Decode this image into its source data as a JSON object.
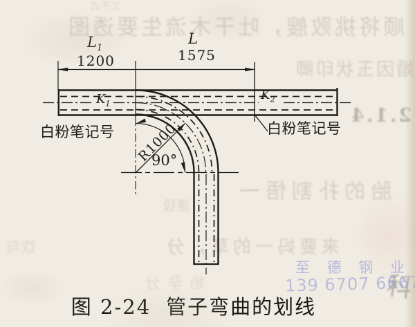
{
  "figure": {
    "caption_number": "图 2-24",
    "caption_title": "管子弯曲的划线"
  },
  "dimensions": {
    "l1_symbol": "L",
    "l1_sub": "1",
    "l1_value": "1200",
    "l_symbol": "L",
    "l_value": "1575",
    "radius": "R1000",
    "angle": "90°"
  },
  "pipe_marks": {
    "k1_symbol": "K",
    "k1_sub": "1",
    "k2_symbol": "K",
    "k2_sub": "2",
    "chalk_label_left": "白粉笔记号",
    "chalk_label_right": "白粉笔记号"
  },
  "watermark": {
    "company": "至 德 钢 业",
    "phone": "139 6707 6667",
    "color": "#8f96d8"
  },
  "bleedthrough": {
    "top_small": "工不式",
    "top_row": "顺将挑败艘，吐干木流生要透图",
    "right_row": "婚因玉状印卿",
    "section_number": "2.1.4",
    "mid_row": "胎的扑割悟一",
    "mid_row_small": "速极",
    "low_row": "来要妈一的草，分",
    "low_left": "饮与",
    "bottom_row": "始孕分",
    "smudge_mark": "科"
  },
  "colors": {
    "ink": "#1d1d1d",
    "paper": "#f0ece3",
    "ghost_text": "#a89b94",
    "watermark_blue": "#8f96d8"
  }
}
